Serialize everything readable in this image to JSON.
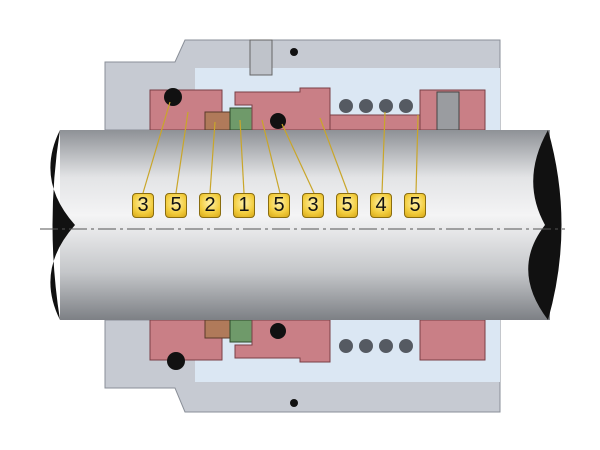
{
  "diagram": {
    "labels": [
      "3",
      "5",
      "2",
      "1",
      "5",
      "3",
      "5",
      "4",
      "5"
    ],
    "colors": {
      "housing": "#c6cad2",
      "chamber": "#dbe7f3",
      "seal_ring": "#c97f86",
      "shaft": "#b9bcc1",
      "badge": "#f2cc3c",
      "leader": "#c9a62a",
      "carbon": "#6f9a6a",
      "spring_seat": "#b07a5a"
    }
  }
}
